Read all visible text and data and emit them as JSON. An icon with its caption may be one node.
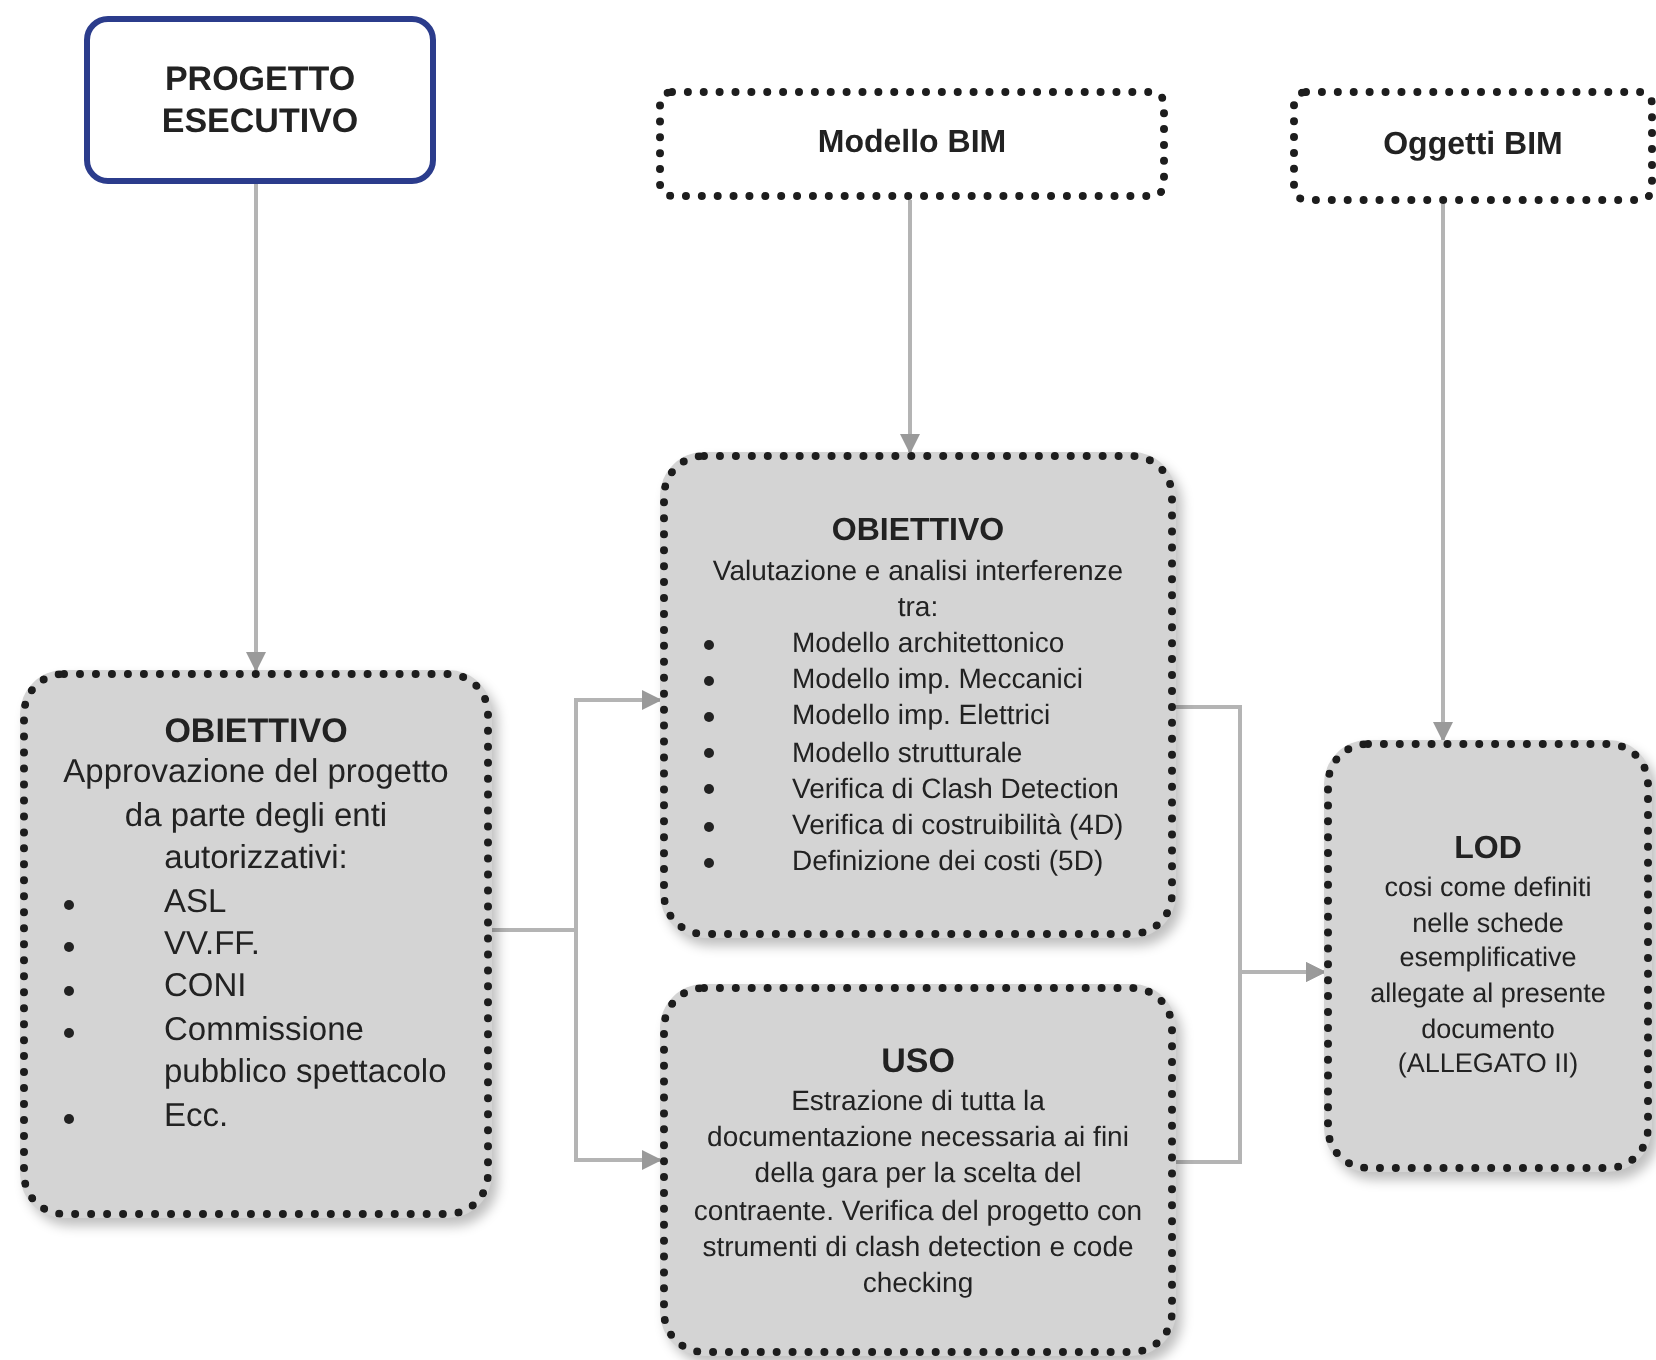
{
  "diagram": {
    "nodes": [
      {
        "text": [
          "PROGETTO ESECUTIVO"
        ]
      },
      {
        "text": [
          "Modello BIM"
        ]
      },
      {
        "text": [
          "Oggetti BIM"
        ]
      },
      {
        "text": [
          "OBIETTIVO",
          "Approvazione del progetto da parte degli enti autorizzativi:",
          "ASL",
          "VV.FF.",
          "CONI",
          "Commissione pubblico spettacolo",
          "Ecc."
        ]
      },
      {
        "text": [
          "OBIETTIVO",
          "Valutazione e analisi interferenze tra:",
          "Modello architettonico",
          "Modello imp. Meccanici",
          "Modello imp. Elettrici",
          "Modello strutturale",
          "Verifica di Clash Detection",
          "Verifica di costruibilità (4D)",
          "Definizione dei costi (5D)"
        ]
      },
      {
        "text": [
          "USO",
          "Estrazione di tutta la documentazione necessaria ai fini della gara per la scelta del contraente. Verifica del progetto con strumenti di clash detection e code checking"
        ]
      },
      {
        "text": [
          "LOD",
          "cosi come definiti nelle schede esemplificative allegate al presente documento (ALLEGATO II)"
        ]
      }
    ],
    "edges": [
      {
        "from": 0,
        "to": 3,
        "arrow": "to"
      },
      {
        "from": 1,
        "to": 4,
        "arrow": "to"
      },
      {
        "from": 2,
        "to": 6,
        "arrow": "to"
      },
      {
        "from": 3,
        "to": 4,
        "arrow": "to"
      },
      {
        "from": 3,
        "to": 5,
        "arrow": "to"
      },
      {
        "from": 4,
        "to": 6,
        "arrow": "to"
      },
      {
        "from": 5,
        "to": 6,
        "arrow": "to"
      }
    ]
  }
}
